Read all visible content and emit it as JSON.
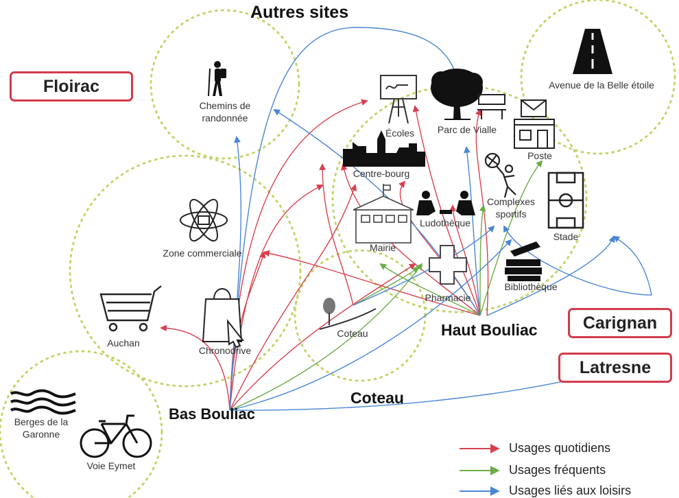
{
  "title": "Autres sites",
  "boxes": {
    "floirac": "Floirac",
    "carignan": "Carignan",
    "latresne": "Latresne"
  },
  "zones": {
    "bas_bouliac": "Bas Bouliac",
    "haut_bouliac": "Haut Bouliac",
    "coteau": "Coteau"
  },
  "places": {
    "chemins": "Chemins de randonnée",
    "ecoles": "Écoles",
    "parc": "Parc de Vialle",
    "avenue": "Avenue de la Belle étoile",
    "centre_bourg": "Centre-bourg",
    "poste": "Poste",
    "complexes": "Complexes sportifs",
    "stade": "Stade",
    "ludotheque": "Ludothèque",
    "mairie": "Mairie",
    "zone_commerciale": "Zone commerciale",
    "pharmacie": "Pharmacie",
    "bibliotheque": "Bibliothèque",
    "auchan": "Auchan",
    "chronodrive": "Chronodrive",
    "coteau_small": "Coteau",
    "berges": "Berges de la Garonne",
    "voie_eymet": "Voie Eymet"
  },
  "legend": [
    {
      "label": "Usages quotidiens",
      "color": "#d9404f"
    },
    {
      "label": "Usages fréquents",
      "color": "#6aac45"
    },
    {
      "label": "Usages liés aux loisirs",
      "color": "#4a86d4"
    }
  ],
  "colors": {
    "daily": "#d9404f",
    "frequent": "#6aac45",
    "leisure": "#4a86d4",
    "zone": "#c4d46a",
    "box": "#d23a4b"
  }
}
